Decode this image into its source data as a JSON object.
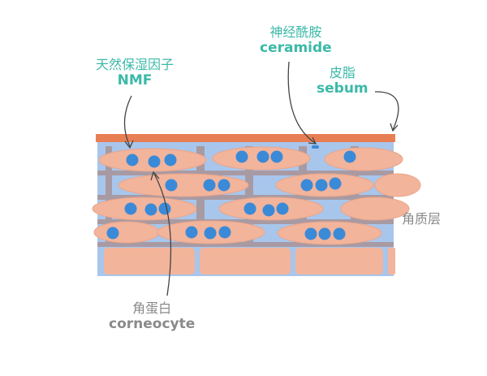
{
  "labels": {
    "nmf_zh": "天然保湿因子",
    "nmf_en": "NMF",
    "ceramide_zh": "神经酰胺",
    "ceramide_en": "ceramide",
    "sebum_zh": "皮脂",
    "sebum_en": "sebum",
    "stratum_corneum_zh": "角质层",
    "corneocyte_zh": "角蛋白",
    "corneocyte_en": "corneocyte"
  },
  "colors": {
    "sebum_layer": "#e87e54",
    "lipid_matrix": "#a8c6ec",
    "cell": "#f2b49b",
    "cell_outline": "#e9a68a",
    "lipid_bridge": "#a89aa3",
    "nmf_dot": "#3b8ad8",
    "bottom_cell": "#f2b49b",
    "label_teal": "#3cb9a8",
    "label_gray": "#8a8a8a",
    "arrow": "#444444"
  }
}
